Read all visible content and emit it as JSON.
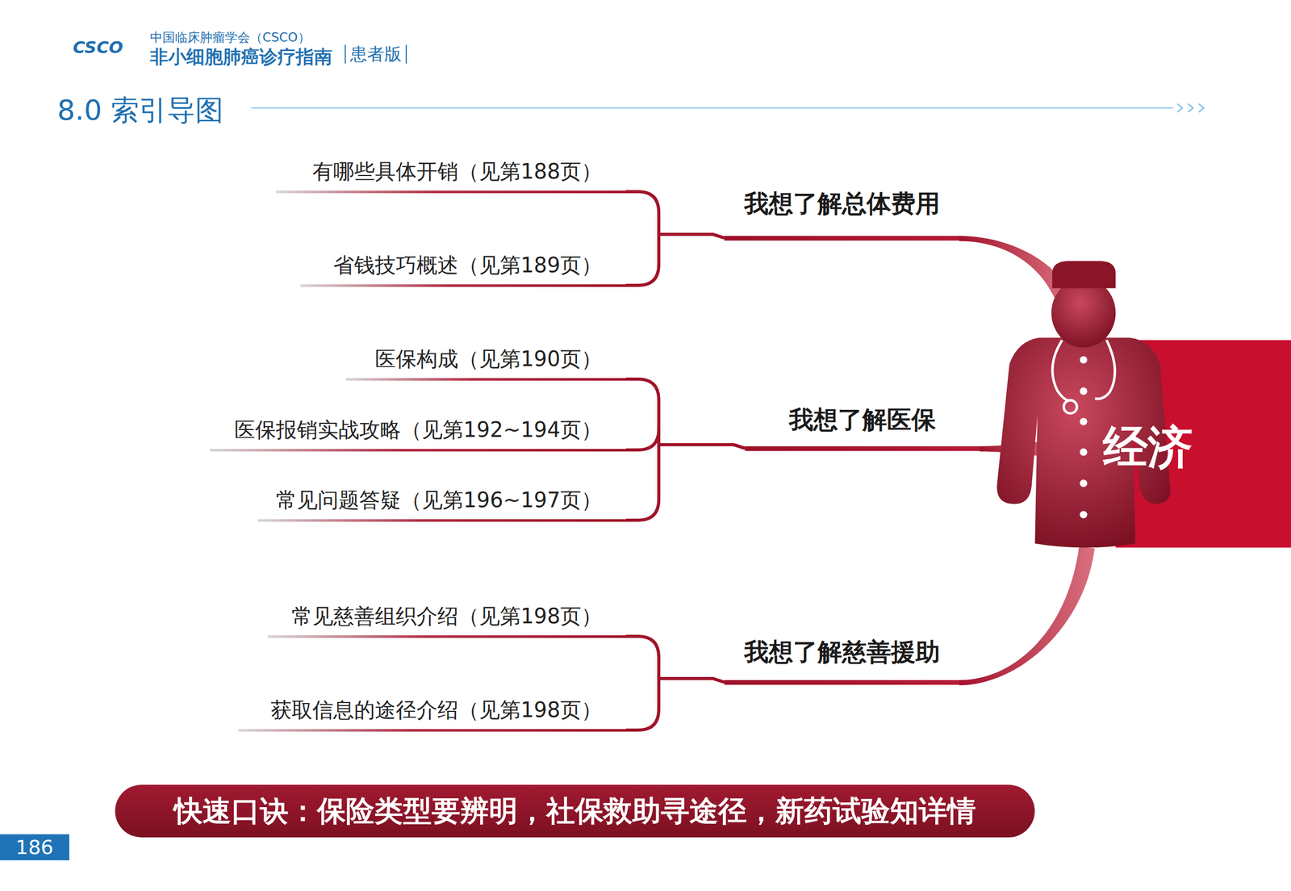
{
  "diagram": {
    "title": "8.0 索引导图",
    "nodes": [
      {
        "text": [
          "经济"
        ]
      },
      {
        "text": [
          "我想了解总体费用"
        ]
      },
      {
        "text": [
          "有哪些具体开销（见第188页）"
        ]
      },
      {
        "text": [
          "省钱技巧概述（见第189页）"
        ]
      },
      {
        "text": [
          "我想了解医保"
        ]
      },
      {
        "text": [
          "医保构成（见第190页）"
        ]
      },
      {
        "text": [
          "医保报销实战攻略（见第192~194页）"
        ]
      },
      {
        "text": [
          "常见问题答疑（见第196~197页）"
        ]
      },
      {
        "text": [
          "我想了解慈善援助"
        ]
      },
      {
        "text": [
          "常见慈善组织介绍（见第198页）"
        ]
      },
      {
        "text": [
          "获取信息的途径介绍（见第198页）"
        ]
      },
      {
        "text": [
          "快速口诀：保险类型要辨明，社保救助寻途径，新药试验知详情"
        ]
      },
      {
        "text": [
          "186"
        ]
      }
    ],
    "edges": [
      {
        "from": 0,
        "to": 1,
        "arrow": "none"
      },
      {
        "from": 0,
        "to": 4,
        "arrow": "none"
      },
      {
        "from": 0,
        "to": 8,
        "arrow": "none"
      },
      {
        "from": 1,
        "to": 2,
        "arrow": "none"
      },
      {
        "from": 1,
        "to": 3,
        "arrow": "none"
      },
      {
        "from": 4,
        "to": 5,
        "arrow": "none"
      },
      {
        "from": 4,
        "to": 6,
        "arrow": "none"
      },
      {
        "from": 4,
        "to": 7,
        "arrow": "none"
      },
      {
        "from": 8,
        "to": 9,
        "arrow": "none"
      },
      {
        "from": 8,
        "to": 10,
        "arrow": "none"
      }
    ],
    "labels": [
      "CSCO",
      "中国临床肿瘤学会（CSCO）",
      "非小细胞肺癌诊疗指南",
      "患者版"
    ]
  }
}
